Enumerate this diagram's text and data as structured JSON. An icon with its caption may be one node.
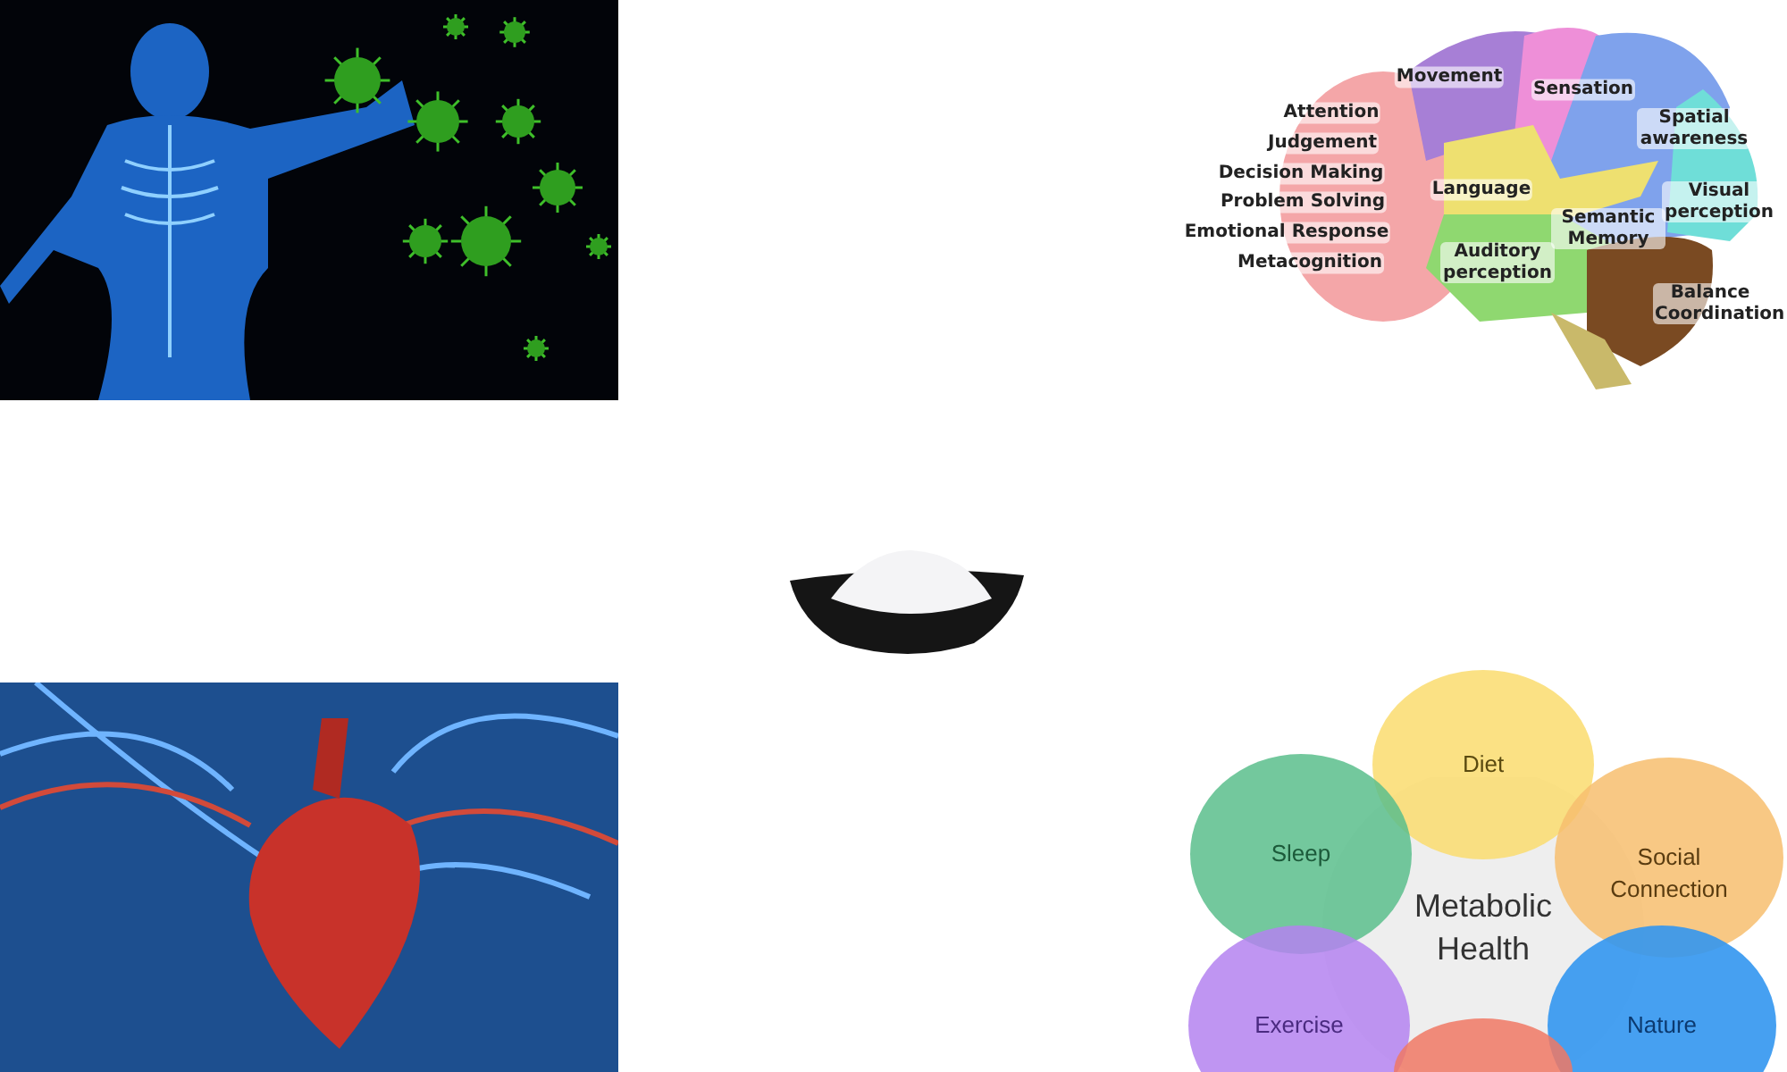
{
  "diagram": {
    "nodes": [
      {
        "text": [
          "Diet"
        ]
      },
      {
        "text": [
          "Sleep"
        ]
      },
      {
        "text": [
          "Social Connection"
        ]
      },
      {
        "text": [
          "Metabolic Health"
        ]
      },
      {
        "text": [
          "Exercise"
        ]
      },
      {
        "text": [
          "Nature"
        ]
      },
      {
        "text": [],
        "shape": "circle"
      }
    ],
    "labels": [
      "Movement",
      "Sensation",
      "Attention",
      "Spatial awareness",
      "Judgement",
      "Decision Making",
      "Problem Solving",
      "Language",
      "Visual perception",
      "Emotional Response",
      "Semantic Memory",
      "Metacognition",
      "Auditory perception",
      "Balance Coordination"
    ]
  }
}
